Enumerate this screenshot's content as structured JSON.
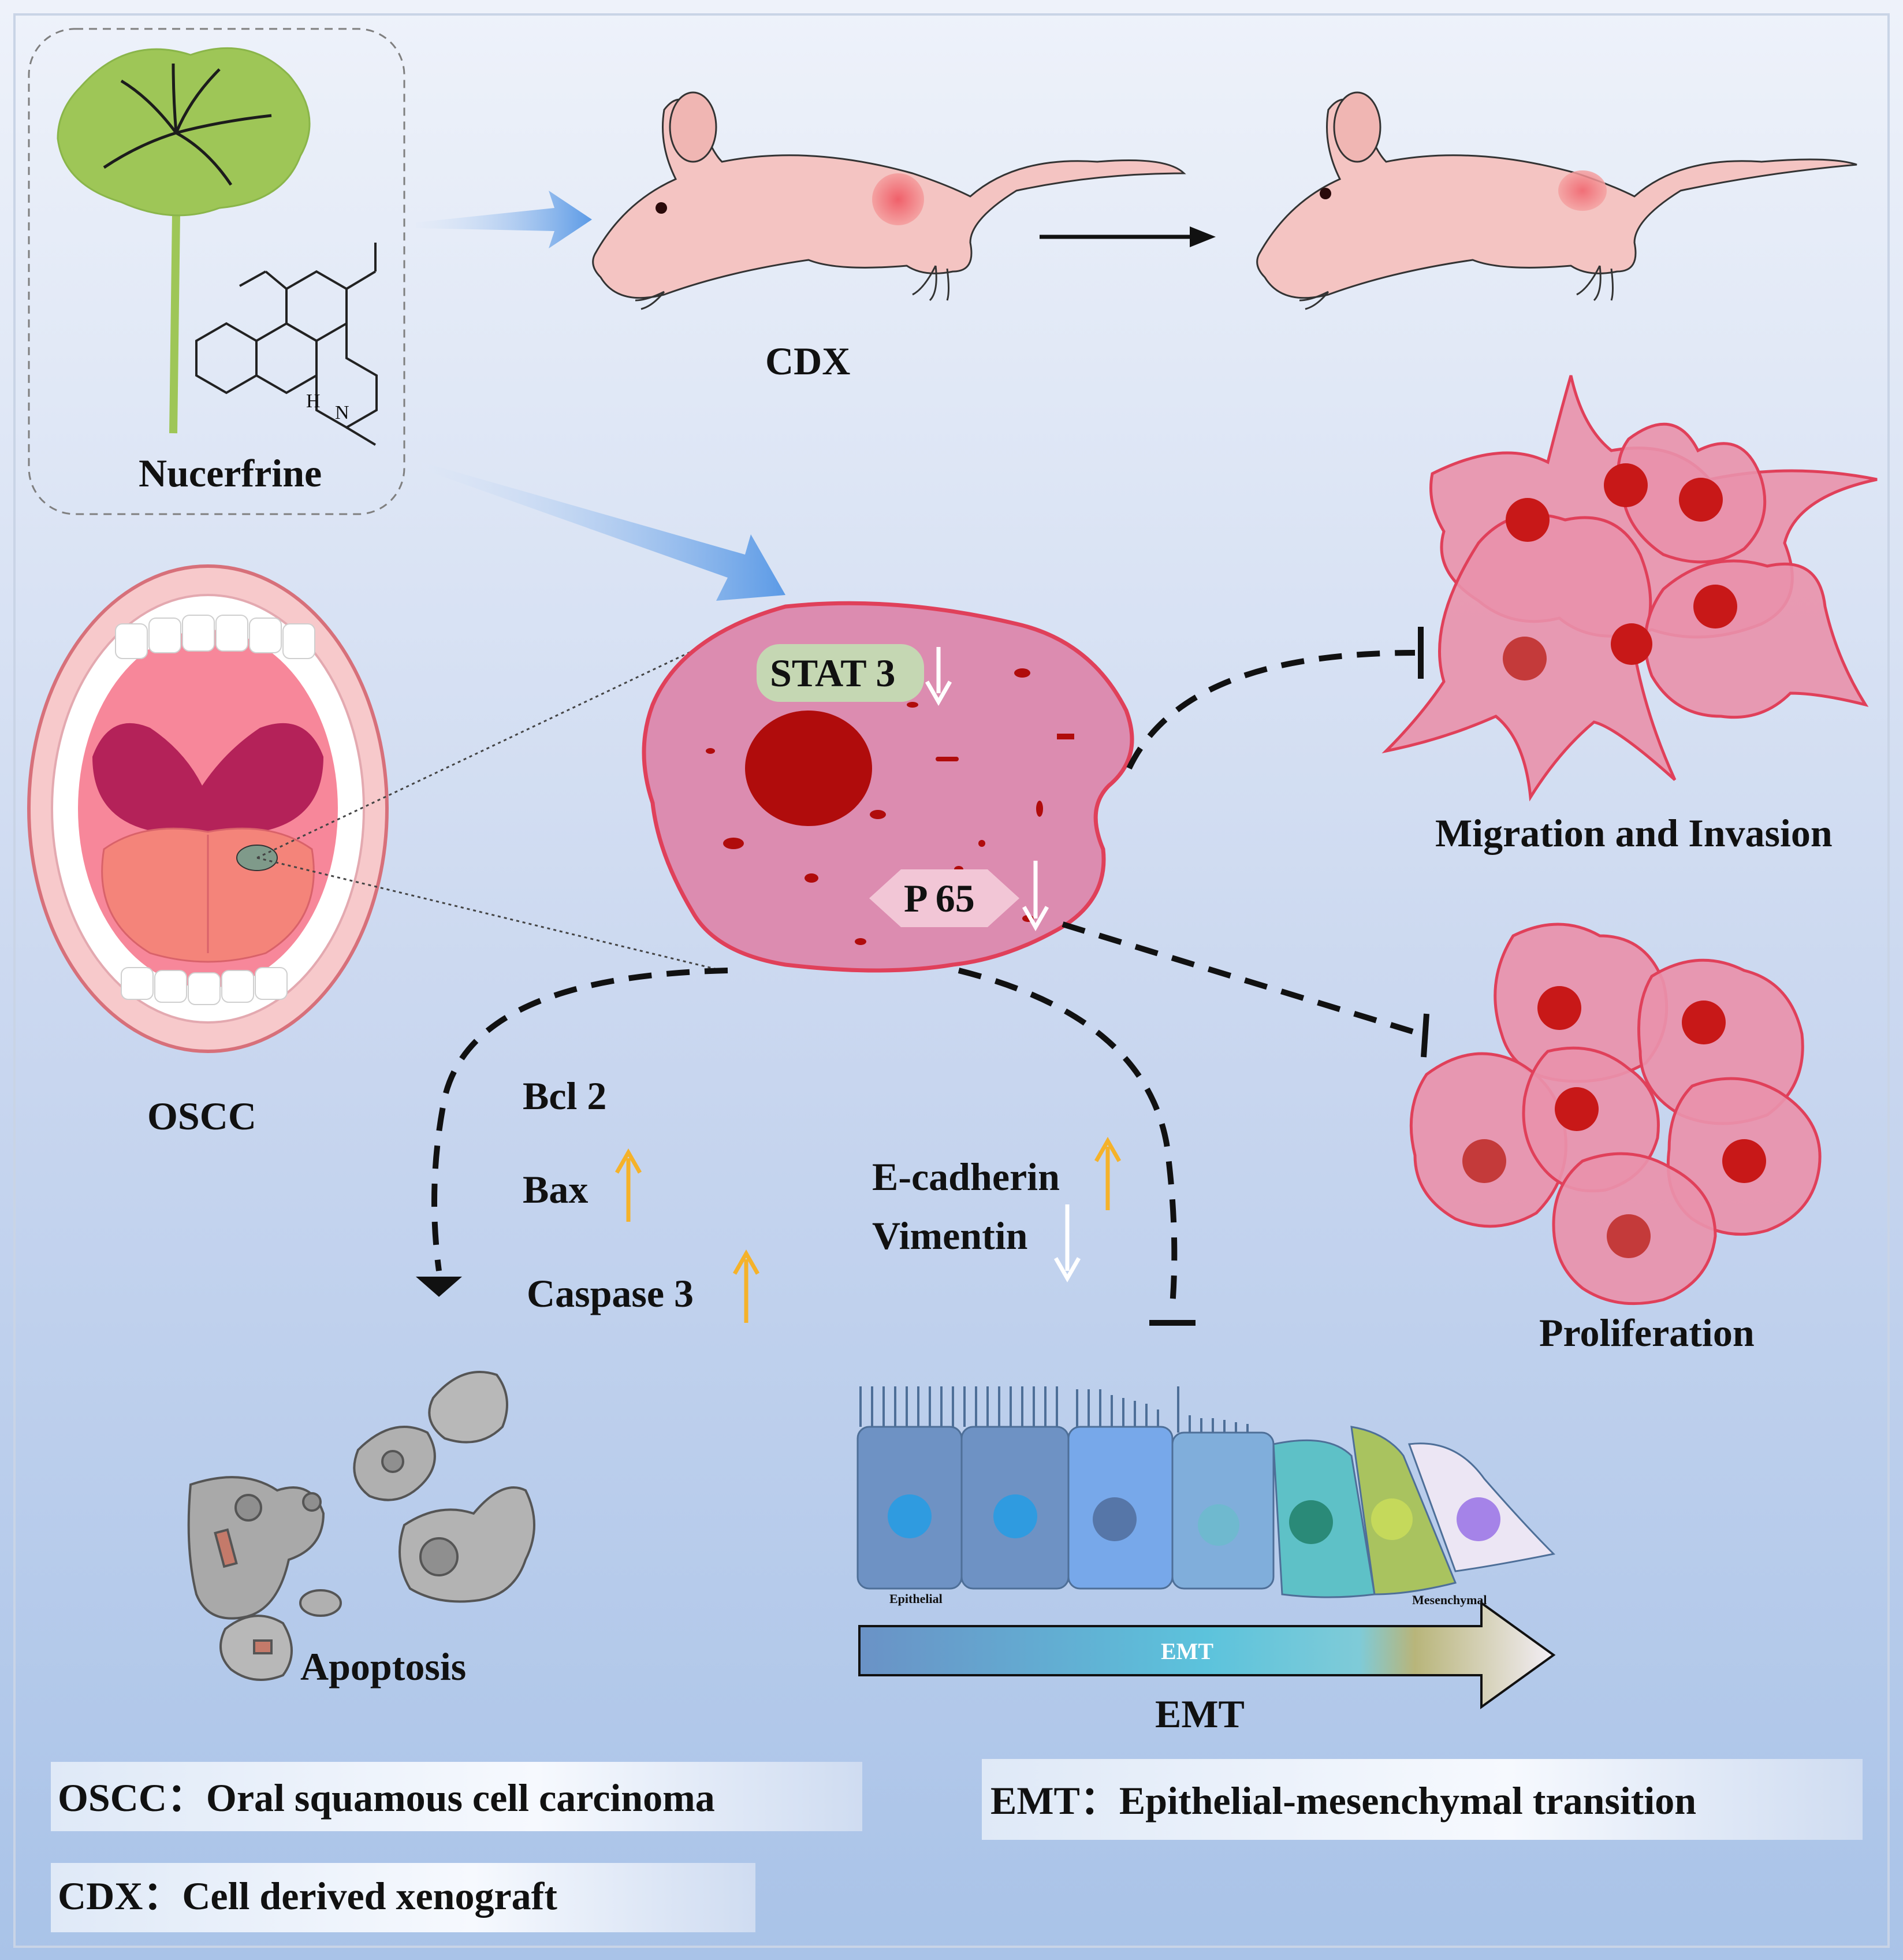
{
  "labels": {
    "nucerfrine": "Nucerfrine",
    "cdx": "CDX",
    "oscc": "OSCC",
    "stat3": "STAT 3",
    "p65": "P 65",
    "migration": "Migration and Invasion",
    "proliferation": "Proliferation",
    "apoptosis": "Apoptosis",
    "bcl2": "Bcl 2",
    "bax": "Bax",
    "caspase3": "Caspase 3",
    "ecadherin": "E-cadherin",
    "vimentin": "Vimentin",
    "emt": "EMT",
    "emt_bar": "EMT",
    "epithelial": "Epithelial",
    "mesenchymal": "Mesenchymal",
    "molecule_n": "N",
    "molecule_h": "H"
  },
  "legend": {
    "oscc": "OSCC：Oral squamous cell carcinoma",
    "cdx": "CDX：Cell derived xenograft",
    "emt": "EMT：Epithelial-mesenchymal transition"
  },
  "colors": {
    "background_top": "#eef2fa",
    "background_bottom": "#a9c3e8",
    "cell_fill": "#dc8cb0",
    "cell_stroke": "#e0405a",
    "nucleus": "#b00c0c",
    "up_arrow": "#f5b22a",
    "down_arrow": "#ffffff",
    "mouse_fill": "#f4c4c2",
    "leaf": "#9ec657"
  },
  "indicators": {
    "stat3": "down",
    "p65": "down",
    "bax": "up",
    "caspase3": "up",
    "ecadherin": "up",
    "vimentin": "down"
  }
}
